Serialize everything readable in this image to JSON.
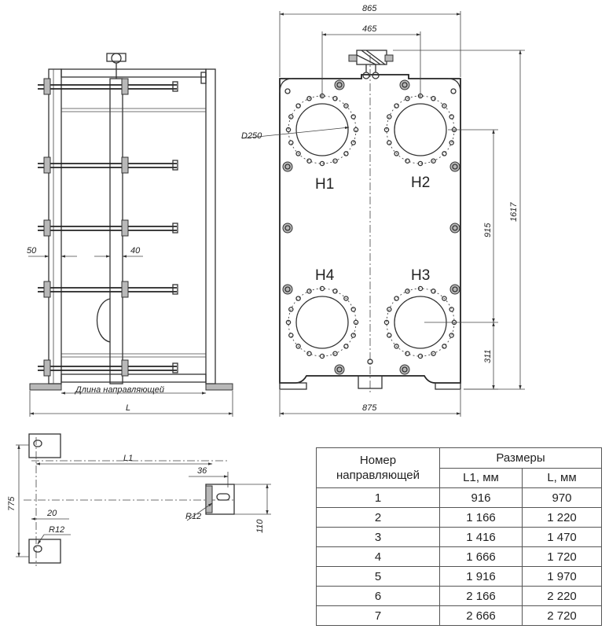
{
  "front_view": {
    "width_top": "865",
    "between_ports": "465",
    "port_diameter": "D250",
    "port_labels": [
      "H1",
      "H2",
      "H4",
      "H3"
    ],
    "height_ports": "915",
    "height_total": "1617",
    "height_bottom": "311",
    "width_bottom": "875"
  },
  "side_view": {
    "dim_left": "50",
    "dim_right": "40",
    "guide_length_label": "Длина направляющей",
    "length_label": "L"
  },
  "detail_view": {
    "length_label": "L1",
    "dim_36": "36",
    "dim_775": "775",
    "dim_20": "20",
    "radius_1": "R12",
    "radius_2": "R12",
    "dim_110": "110"
  },
  "table": {
    "header_col1": "Номер направляющей",
    "header_group": "Размеры",
    "header_l1": "L1, мм",
    "header_l": "L, мм",
    "rows": [
      {
        "n": "1",
        "l1": "916",
        "l": "970"
      },
      {
        "n": "2",
        "l1": "1 166",
        "l": "1 220"
      },
      {
        "n": "3",
        "l1": "1 416",
        "l": "1 470"
      },
      {
        "n": "4",
        "l1": "1 666",
        "l": "1 720"
      },
      {
        "n": "5",
        "l1": "1 916",
        "l": "1 970"
      },
      {
        "n": "6",
        "l1": "2 166",
        "l": "2 220"
      },
      {
        "n": "7",
        "l1": "2 666",
        "l": "2 720"
      }
    ]
  }
}
